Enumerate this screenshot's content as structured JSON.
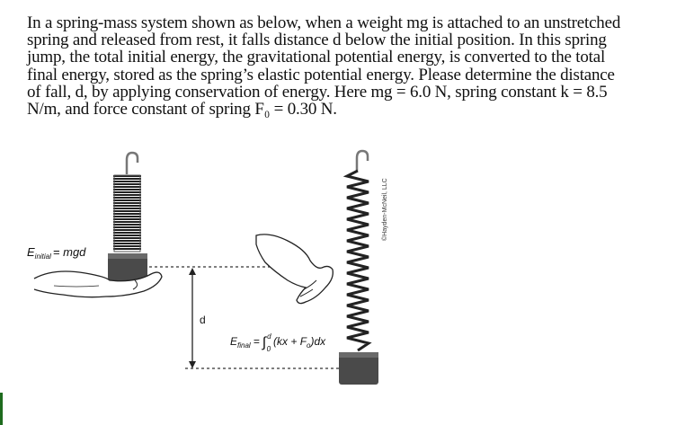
{
  "question": {
    "lines": [
      "In a spring-mass system shown as below, when a weight mg is attached to an unstretched",
      "spring and released from rest, it falls distance d below the initial position. In this spring",
      "jump, the total initial energy, the gravitational potential energy, is converted to the total",
      "final energy, stored as the spring’s elastic potential energy. Please determine the distance",
      "of fall, d, by applying conservation of energy. Here mg = 6.0 N, spring constant k = 8.5",
      "N/m, and force constant of spring F₀ = 0.30 N."
    ]
  },
  "figure": {
    "initial_energy": {
      "symbol": "E",
      "subscript": "initial",
      "rhs": "= mgd"
    },
    "distance_label": "d",
    "final_energy": {
      "symbol": "E",
      "subscript": "final",
      "equals": "=",
      "integral": "∫",
      "upper_limit": "d",
      "lower_limit": "0",
      "integrand": "(kx + F",
      "integrand_sub": "o",
      "integrand_end": ")dx"
    },
    "copyright": "©Hayden-McNeil, LLC"
  },
  "colors": {
    "mass": "#4a4a4a",
    "spring": "#222222",
    "line": "#333333",
    "accent_bar": "#1e6b1e"
  }
}
